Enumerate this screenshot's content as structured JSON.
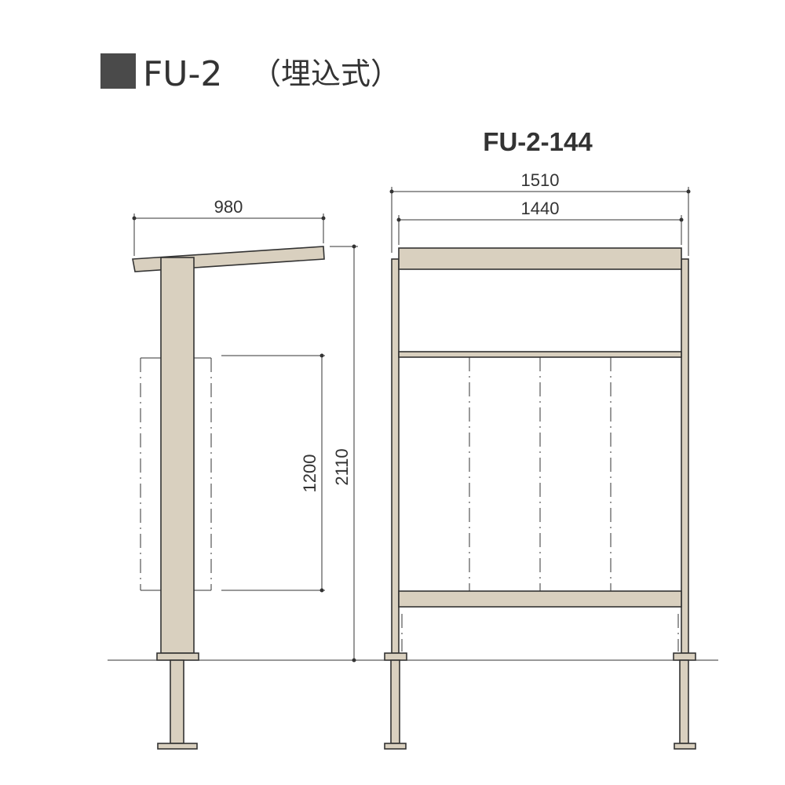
{
  "title": {
    "model": "FU-2",
    "install_type": "（埋込式）",
    "marker_color": "#4a4a4a"
  },
  "front_view": {
    "label": "FU-2-144"
  },
  "dimensions": {
    "side_depth": "980",
    "front_width_outer": "1510",
    "front_width_inner": "1440",
    "panel_height": "1200",
    "total_height": "2110"
  },
  "colors": {
    "frame": "#d9d0bf",
    "line": "#333333"
  }
}
